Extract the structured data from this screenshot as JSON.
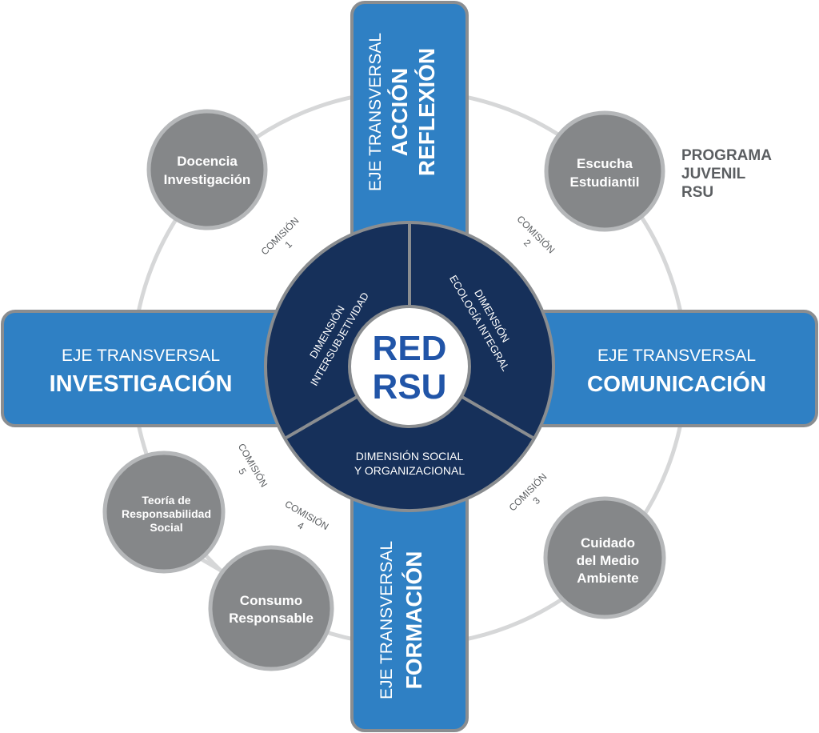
{
  "center": {
    "line1": "RED",
    "line2": "RSU"
  },
  "axes": {
    "top": {
      "line1": "EJE TRANSVERSAL",
      "line2": "ACCIÓN",
      "line3": "REFLEXIÓN"
    },
    "bottom": {
      "line1": "EJE TRANSVERSAL",
      "line2": "FORMACIÓN"
    },
    "left": {
      "line1": "EJE TRANSVERSAL",
      "line2": "INVESTIGACIÓN"
    },
    "right": {
      "line1": "EJE TRANSVERSAL",
      "line2": "COMUNICACIÓN"
    }
  },
  "dimensions": {
    "intersubjetividad": {
      "line1": "DIMENSIÓN",
      "line2": "INTERSUBJETIVIDAD"
    },
    "ecologia": {
      "line1": "DIMENSIÓN",
      "line2": "ECOLOGÍA INTEGRAL"
    },
    "social": {
      "line1": "DIMENSIÓN SOCIAL",
      "line2": "Y ORGANIZACIONAL"
    }
  },
  "nodes": {
    "docencia": {
      "line1": "Docencia",
      "line2": "Investigación"
    },
    "escucha": {
      "line1": "Escucha",
      "line2": "Estudiantil"
    },
    "teoria": {
      "line1": "Teoría de",
      "line2": "Responsabilidad",
      "line3": "Social"
    },
    "consumo": {
      "line1": "Consumo",
      "line2": "Responsable"
    },
    "cuidado": {
      "line1": "Cuidado",
      "line2": "del Medio",
      "line3": "Ambiente"
    }
  },
  "commissions": {
    "c1": {
      "word": "COMISIÓN",
      "num": "1"
    },
    "c2": {
      "word": "COMISIÓN",
      "num": "2"
    },
    "c3": {
      "word": "COMISIÓN",
      "num": "3"
    },
    "c4": {
      "word": "COMISIÓN",
      "num": "4"
    },
    "c5": {
      "word": "COMISIÓN",
      "num": "5"
    }
  },
  "program": {
    "line1": "PROGRAMA",
    "line2": "JUVENIL",
    "line3": "RSU"
  },
  "colors": {
    "axis_blue": "#2f80c4",
    "axis_border": "#8a8d90",
    "dimension_navy": "#16305a",
    "node_gray": "#858789",
    "node_border": "#b5b7b9",
    "ring_gray": "#d6d7d8",
    "center_text": "#2155a8",
    "label_gray": "#5b5e61"
  }
}
